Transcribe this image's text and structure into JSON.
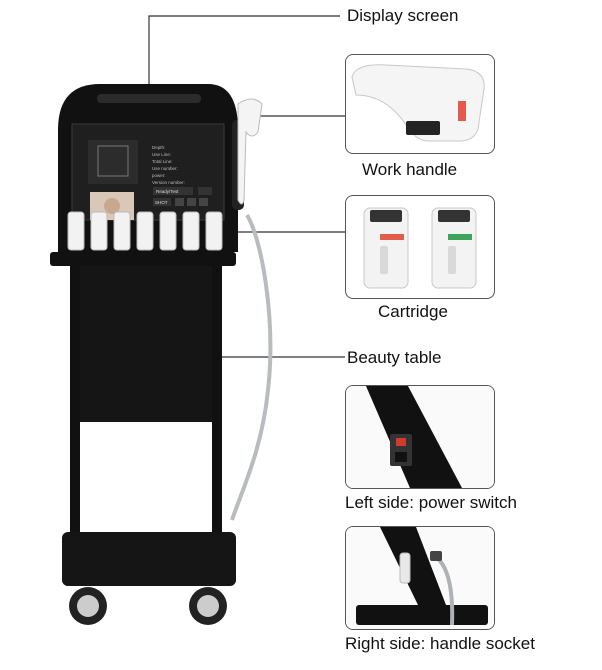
{
  "labels": {
    "display_screen": "Display screen",
    "work_handle": "Work handle",
    "cartridge": "Cartridge",
    "beauty_table": "Beauty table",
    "left_side": "Left side: power switch",
    "right_side": "Right side: handle socket"
  },
  "screen_text": {
    "line1": "Depth:",
    "line2": "Use Line:",
    "line3": "Total Line:",
    "line4": "Use number:",
    "line5": "power:",
    "line6": "Version number:",
    "btn_ready": "Ready/Test",
    "btn_shot": "SHOT"
  },
  "colors": {
    "machine": "#111111",
    "panel": "#1c1c1c",
    "line": "#333333",
    "cable": "#b8bcc0",
    "cartridge_red": "#e25b4d",
    "cartridge_green": "#3fa45b"
  }
}
